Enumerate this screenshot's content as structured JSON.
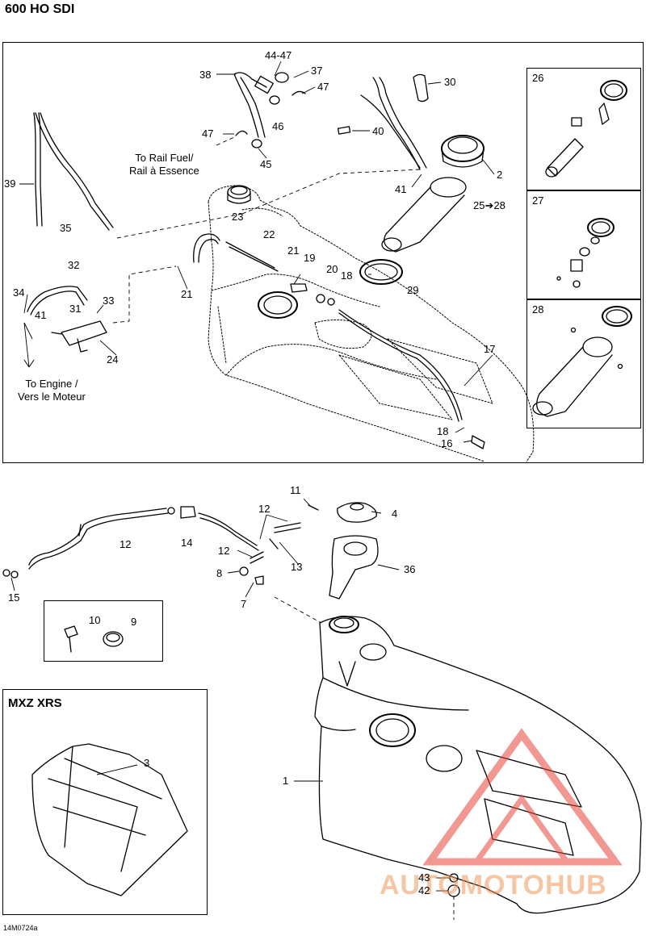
{
  "title": "600 HO SDI",
  "figure_code": "14M0724a",
  "notes": {
    "rail_fuel": "To Rail Fuel/\nRail à Essence",
    "engine": "To Engine /\nVers le Moteur"
  },
  "inset_title": "MXZ XRS",
  "detail_numbers": [
    "26",
    "27",
    "28"
  ],
  "watermark": "AUTOMOTOHUB",
  "callouts_top": [
    "44-47",
    "38",
    "37",
    "47",
    "46",
    "47",
    "45",
    "30",
    "40",
    "2",
    "41",
    "25➔28",
    "23",
    "22",
    "39",
    "35",
    "32",
    "34",
    "41",
    "31",
    "33",
    "24",
    "21",
    "21",
    "19",
    "20",
    "18",
    "29",
    "17",
    "18",
    "16"
  ],
  "callouts_bottom": [
    "11",
    "12",
    "4",
    "12",
    "14",
    "12",
    "13",
    "36",
    "8",
    "7",
    "15",
    "10",
    "9",
    "3",
    "1",
    "43",
    "42"
  ],
  "colors": {
    "line": "#000000",
    "watermark_red": "#e8443a",
    "watermark_orange": "#ec965a"
  }
}
